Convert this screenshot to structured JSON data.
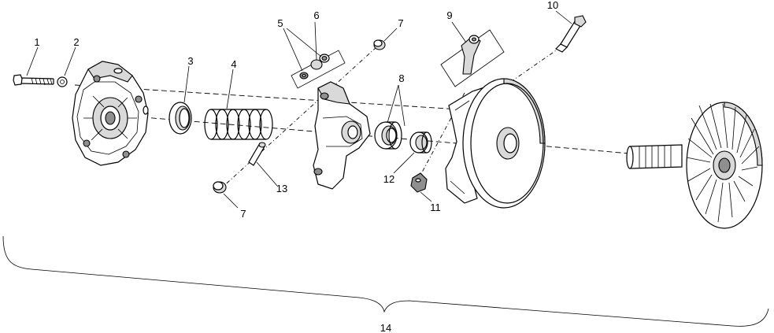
{
  "callouts": {
    "c1": "1",
    "c2": "2",
    "c3": "3",
    "c4": "4",
    "c5": "5",
    "c6": "6",
    "c7a": "7",
    "c7b": "7",
    "c8": "8",
    "c9": "9",
    "c10": "10",
    "c11": "11",
    "c12": "12",
    "c13": "13",
    "c14": "14"
  },
  "colors": {
    "line": "#000000",
    "background": "#ffffff",
    "shade_light": "#d9d9d9",
    "shade_dark": "#8f8f8f"
  }
}
